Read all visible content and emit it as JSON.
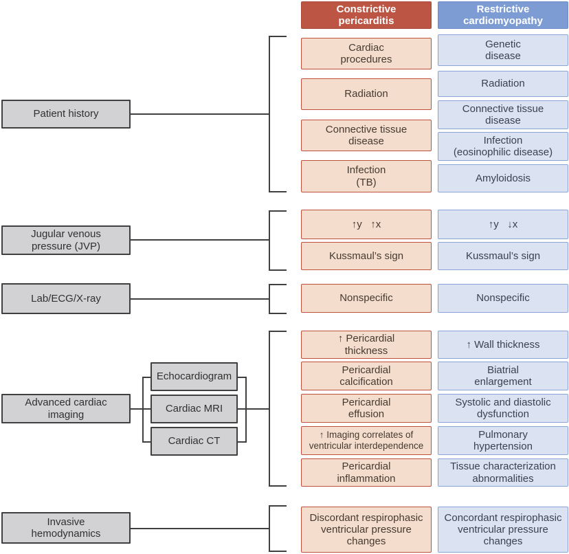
{
  "columns": {
    "constrictive_header": "Constrictive\npericarditis",
    "restrictive_header": "Restrictive\ncardiomyopathy"
  },
  "colors": {
    "constrictive_header_bg": "#bd5544",
    "constrictive_box_bg": "#f4ddcc",
    "constrictive_border": "#bf4f3b",
    "restrictive_header_bg": "#7e9cd4",
    "restrictive_box_bg": "#dbe3f3",
    "restrictive_border": "#88a4d6",
    "label_box_bg": "#d2d2d4",
    "line_color": "#3f3f3f"
  },
  "sections": [
    {
      "label": "Patient history",
      "con": [
        "Cardiac\nprocedures",
        "Radiation",
        "Connective tissue\ndisease",
        "Infection\n(TB)"
      ],
      "res": [
        "Genetic\ndisease",
        "Radiation",
        "Connective tissue\ndisease",
        "Infection\n(eosinophilic disease)",
        "Amyloidosis"
      ]
    },
    {
      "label": "Jugular venous\npressure (JVP)",
      "con": [
        "↑y   ↑x",
        "Kussmaul’s sign"
      ],
      "res": [
        "↑y   ↓x",
        "Kussmaul’s sign"
      ]
    },
    {
      "label": "Lab/ECG/X-ray",
      "con": [
        "Nonspecific"
      ],
      "res": [
        "Nonspecific"
      ]
    },
    {
      "label": "Advanced cardiac\nimaging",
      "modalities": [
        "Echocardiogram",
        "Cardiac MRI",
        "Cardiac CT"
      ],
      "con": [
        "↑ Pericardial\nthickness",
        "Pericardial\ncalcification",
        "Pericardial\neffusion",
        "↑ Imaging correlates of\nventricular interdependence",
        "Pericardial\ninflammation"
      ],
      "res": [
        "↑ Wall thickness",
        "Biatrial\nenlargement",
        "Systolic and diastolic\ndysfunction",
        "Pulmonary\nhypertension",
        "Tissue characterization\nabnormalities"
      ]
    },
    {
      "label": "Invasive\nhemodynamics",
      "con": [
        "Discordant respirophasic\nventricular pressure\nchanges"
      ],
      "res": [
        "Concordant respirophasic\nventricular pressure\nchanges"
      ]
    }
  ]
}
